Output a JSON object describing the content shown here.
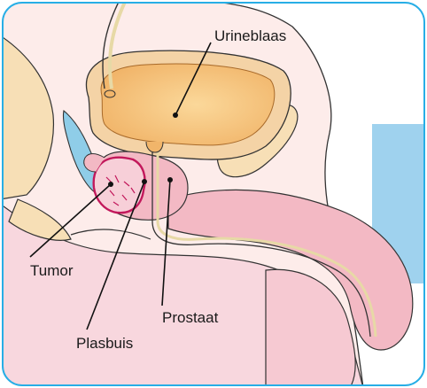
{
  "labels": {
    "urineblaas": "Urineblaas",
    "tumor": "Tumor",
    "prostaat": "Prostaat",
    "plasbuis": "Plasbuis"
  },
  "colors": {
    "frame_border": "#27aee6",
    "background": "#fdecea",
    "bladder_fill": "#f6c27e",
    "bladder_wall": "#f4d3a6",
    "tissue_pink": "#f3b9c4",
    "tumor_outline": "#c2185b",
    "rectum_blue": "#8fcde8",
    "side_panel_blue": "#9fd2ee",
    "urethra_line": "#e7d9a6",
    "outline": "#333333"
  }
}
